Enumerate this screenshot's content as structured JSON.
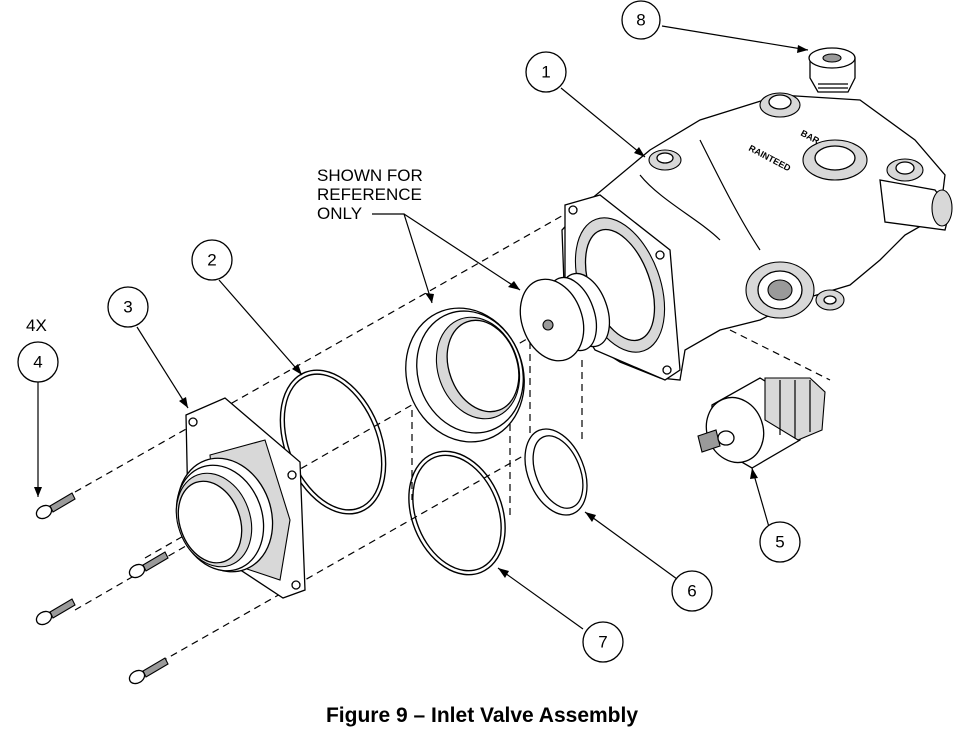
{
  "caption": "Figure 9 – Inlet Valve Assembly",
  "note": {
    "line1": "SHOWN FOR",
    "line2": "REFERENCE",
    "line3": "ONLY"
  },
  "quantity_label": "4X",
  "callouts": {
    "c1": "1",
    "c2": "2",
    "c3": "3",
    "c4": "4",
    "c5": "5",
    "c6": "6",
    "c7": "7",
    "c8": "8"
  },
  "housing_marks": {
    "m1": "RAINTEED",
    "m2": "BAR"
  }
}
